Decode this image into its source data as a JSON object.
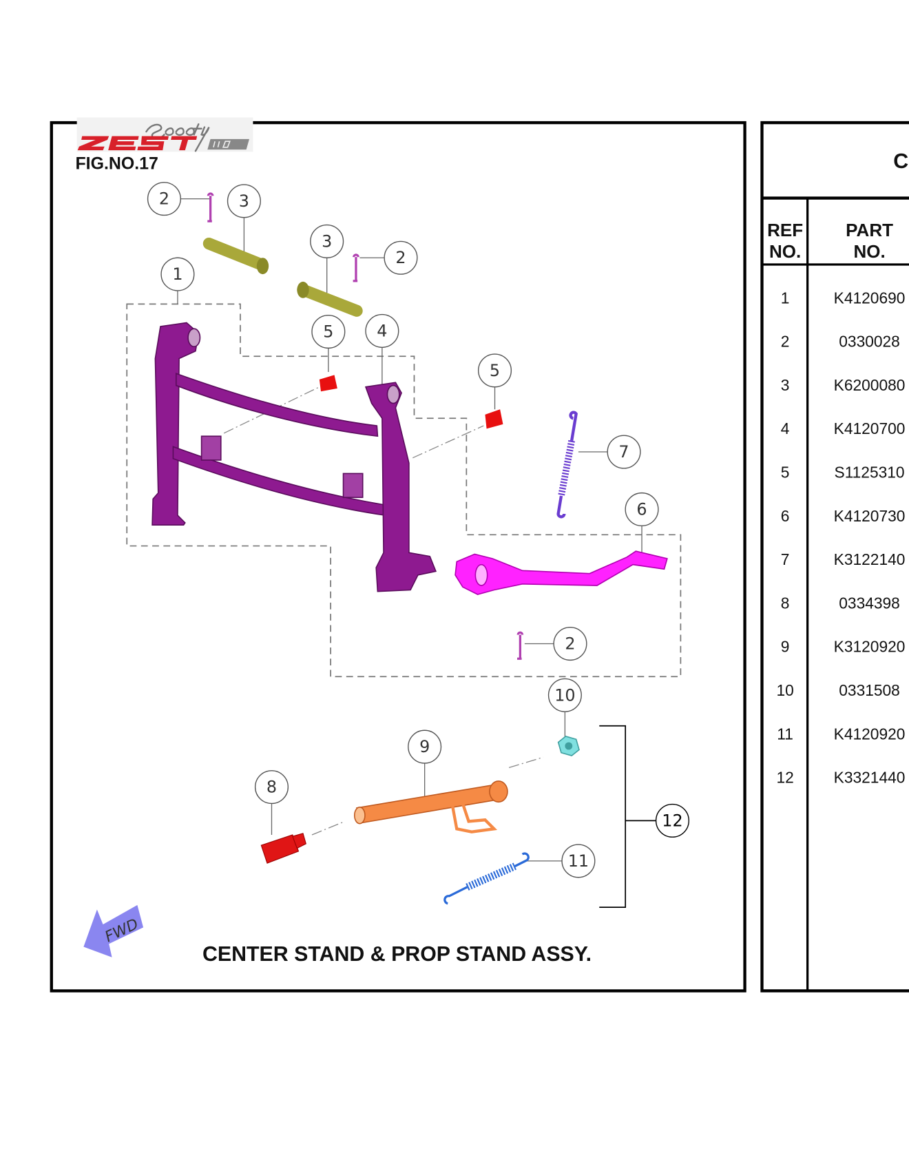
{
  "logo": {
    "text": "Scooty Zest 110"
  },
  "figure": {
    "number_label": "FIG.NO.17",
    "title": "CENTER STAND & PROP STAND ASSY.",
    "fwd_label": "FWD",
    "callouts": [
      "1",
      "2",
      "3",
      "3",
      "2",
      "5",
      "4",
      "5",
      "7",
      "6",
      "2",
      "10",
      "9",
      "8",
      "12",
      "11"
    ]
  },
  "parts_table": {
    "title_visible": "C",
    "headers": {
      "ref_line1": "REF",
      "ref_line2": "NO.",
      "part_line1": "PART",
      "part_line2": "NO."
    },
    "rows": [
      {
        "ref": "1",
        "part_no": "K4120690"
      },
      {
        "ref": "2",
        "part_no": "0330028"
      },
      {
        "ref": "3",
        "part_no": "K6200080"
      },
      {
        "ref": "4",
        "part_no": "K4120700"
      },
      {
        "ref": "5",
        "part_no": "S1125310"
      },
      {
        "ref": "6",
        "part_no": "K4120730"
      },
      {
        "ref": "7",
        "part_no": "K3122140"
      },
      {
        "ref": "8",
        "part_no": "0334398"
      },
      {
        "ref": "9",
        "part_no": "K3120920"
      },
      {
        "ref": "10",
        "part_no": "0331508"
      },
      {
        "ref": "11",
        "part_no": "K4120920"
      },
      {
        "ref": "12",
        "part_no": "K3321440"
      }
    ]
  },
  "colors": {
    "center_stand": "#8e1a90",
    "prop_stand": "#ff22ff",
    "pins": "#a9a83a",
    "bumper": "#e81010",
    "spring_7": "#6a3cd0",
    "nut": "#80e0e0",
    "prop_bar": "#f58a45",
    "bolt": "#e01515",
    "spring_11": "#2a6ad8",
    "fwd_arrow": "#8a86f0"
  }
}
